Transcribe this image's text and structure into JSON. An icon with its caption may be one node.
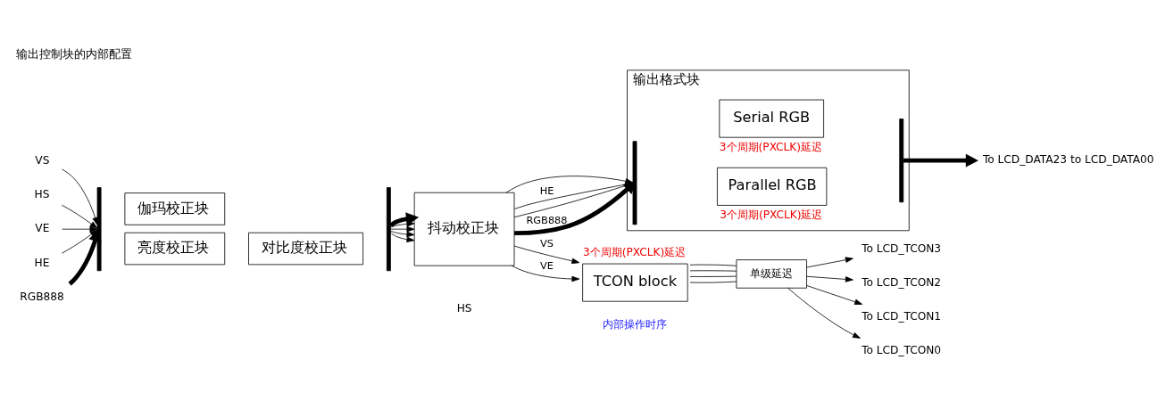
{
  "diagram": {
    "title": "输出控制块的内部配置",
    "nodes": [
      {
        "text": [
          "VS"
        ]
      },
      {
        "text": [
          "HS"
        ]
      },
      {
        "text": [
          "VE"
        ]
      },
      {
        "text": [
          "HE"
        ]
      },
      {
        "text": [
          "RGB888"
        ]
      },
      {
        "text": [],
        "shape": "bar"
      },
      {
        "text": [
          "伽玛校正块"
        ]
      },
      {
        "text": [
          "亮度校正块"
        ]
      },
      {
        "text": [
          "对比度校正块"
        ]
      },
      {
        "text": [],
        "shape": "bar"
      },
      {
        "text": [
          "抖动校正块"
        ]
      },
      {
        "text": [
          "TCON block"
        ],
        "beside": [
          "3个周期(PXCLK)延迟"
        ]
      },
      {
        "text": [
          "单级延迟"
        ]
      },
      {
        "text": [
          "To LCD_TCON3"
        ]
      },
      {
        "text": [
          "To LCD_TCON2"
        ]
      },
      {
        "text": [
          "To LCD_TCON1"
        ]
      },
      {
        "text": [
          "To LCD_TCON0"
        ]
      },
      {
        "text": [
          "输出格式块"
        ]
      },
      {
        "text": [],
        "shape": "bar",
        "in": 17
      },
      {
        "text": [
          "Parallel RGB"
        ],
        "in": 17,
        "beside": [
          "3个周期(PXCLK)延迟"
        ]
      },
      {
        "text": [
          "Serial RGB"
        ],
        "in": 17,
        "beside": [
          "3个周期(PXCLK)延迟"
        ]
      },
      {
        "text": [],
        "shape": "bar",
        "in": 17
      },
      {
        "text": [
          "To LCD_DATA23 to LCD_DATA00"
        ]
      }
    ],
    "edges": [
      {
        "from": 0,
        "to": 5,
        "arrow": "to"
      },
      {
        "from": 1,
        "to": 5,
        "arrow": "to"
      },
      {
        "from": 2,
        "to": 5,
        "arrow": "to"
      },
      {
        "from": 3,
        "to": 5,
        "arrow": "to"
      },
      {
        "from": 4,
        "to": 5,
        "arrow": "to",
        "style": "thick"
      },
      {
        "from": 9,
        "to": 10,
        "arrow": "to"
      },
      {
        "from": 9,
        "to": 10,
        "arrow": "to"
      },
      {
        "from": 9,
        "to": 10,
        "arrow": "to"
      },
      {
        "from": 9,
        "to": 10,
        "arrow": "to"
      },
      {
        "from": 9,
        "to": 10,
        "arrow": "to",
        "style": "thick"
      },
      {
        "from": 10,
        "to": 11,
        "arrow": "to",
        "label": "VS"
      },
      {
        "from": 10,
        "to": 11,
        "arrow": "to",
        "label": "VE"
      },
      {
        "from": 10,
        "to": 18,
        "arrow": "to"
      },
      {
        "from": 10,
        "to": 18,
        "arrow": "to",
        "label": "HE"
      },
      {
        "from": 10,
        "to": 18,
        "arrow": "to"
      },
      {
        "from": 10,
        "to": 18,
        "arrow": "to",
        "label": "RGB888",
        "style": "thick"
      },
      {
        "from": 11,
        "to": 12,
        "arrow": "none"
      },
      {
        "from": 11,
        "to": 12,
        "arrow": "none"
      },
      {
        "from": 11,
        "to": 12,
        "arrow": "none"
      },
      {
        "from": 11,
        "to": 12,
        "arrow": "none"
      },
      {
        "from": 12,
        "to": 13,
        "arrow": "to"
      },
      {
        "from": 12,
        "to": 14,
        "arrow": "to"
      },
      {
        "from": 12,
        "to": 15,
        "arrow": "to"
      },
      {
        "from": 12,
        "to": 16,
        "arrow": "to"
      },
      {
        "from": 21,
        "to": 22,
        "arrow": "to",
        "style": "thick"
      }
    ],
    "labels": [
      "HS",
      "内部操作时序"
    ]
  }
}
